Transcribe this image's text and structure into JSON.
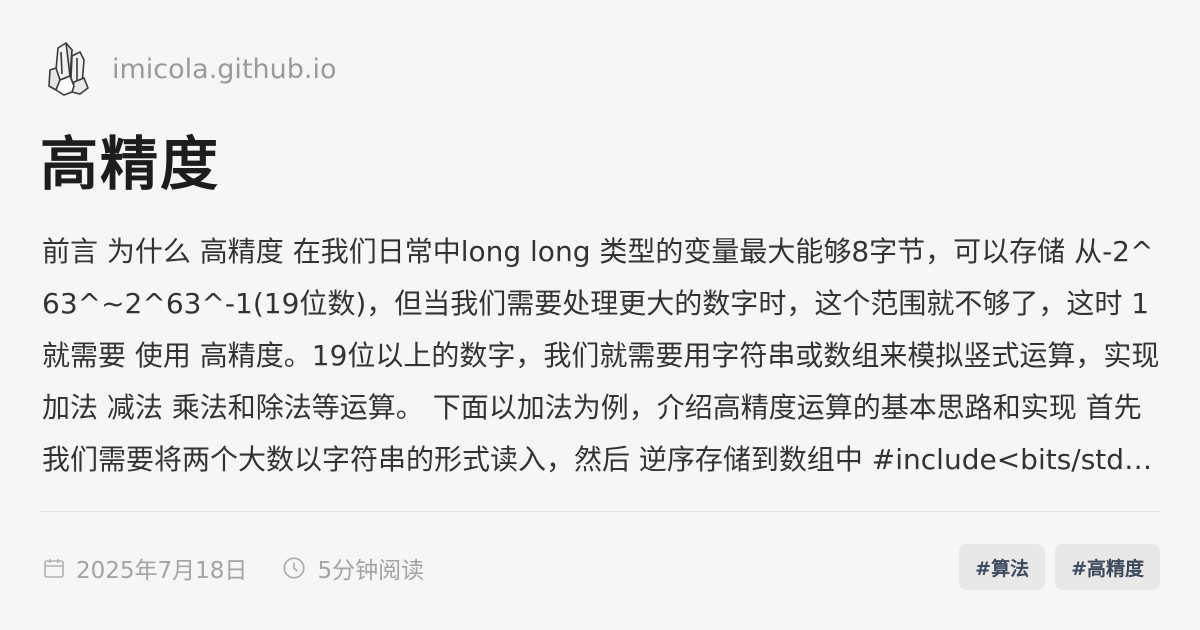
{
  "site": {
    "url": "imicola.github.io",
    "logo_icon": "crystal-icon"
  },
  "post": {
    "title": "高精度",
    "excerpt": "前言 为什么 高精度 在我们日常中long long 类型的变量最大能够8字节，可以存储 从-2^63^~2^63^-1(19位数)，但当我们需要处理更大的数字时，这个范围就不够了，这时 1 就需要 使用 高精度。19位以上的数字，我们就需要用字符串或数组来模拟竖式运算，实现 加法 减法 乘法和除法等运算。 下面以加法为例，介绍高精度运算的基本思路和实现 首先我们需要将两个大数以字符串的形式读入，然后 逆序存储到数组中 #include<bits/stdc++.h> using namespace std; int main() { string a, b; cin >> a >> b; }",
    "date": "2025年7月18日",
    "read_time": "5分钟阅读",
    "date_icon": "calendar-icon",
    "time_icon": "clock-icon"
  },
  "tags": [
    "#算法",
    "#高精度"
  ],
  "colors": {
    "background": "#f7f6f6",
    "title": "#1d1d1d",
    "muted": "#9a9a9a",
    "tag_bg": "#e9e8e8",
    "tag_text": "#3c4a5c"
  }
}
